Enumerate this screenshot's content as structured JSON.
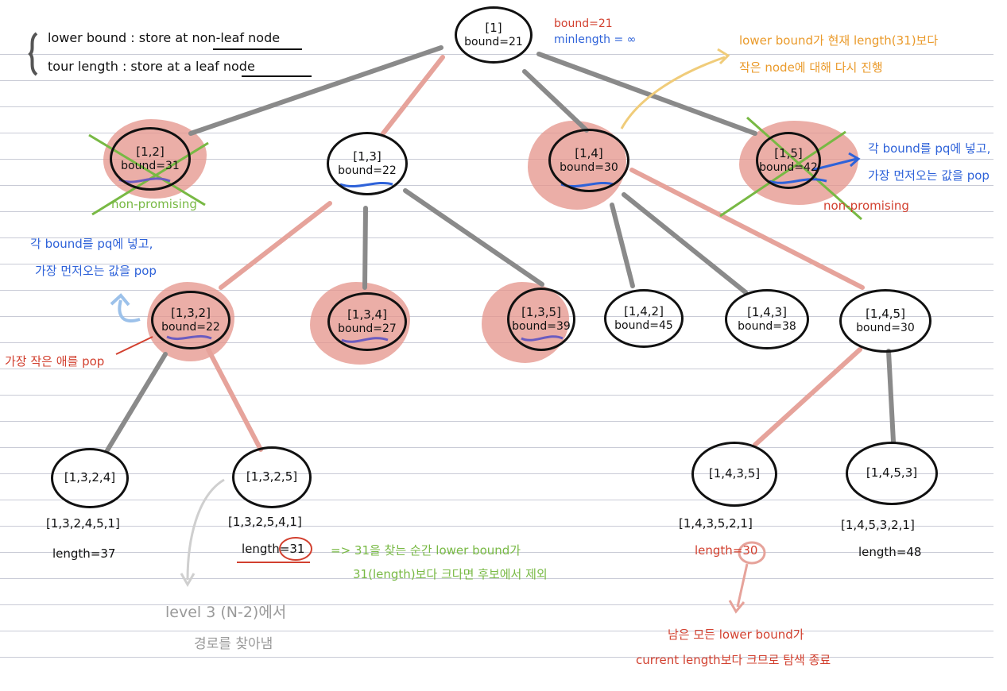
{
  "notes": {
    "line1": "lower bound : store at non-leaf node",
    "line2": "tour length : store at a leaf node"
  },
  "root": {
    "label": "[1]",
    "bound": "bound=21"
  },
  "root_annotation": {
    "bound": "bound=21",
    "minlength": "minlength = ∞"
  },
  "orange_note": {
    "line1": "lower bound가 현재 length(31)보다",
    "line2": "작은 node에 대해 다시 진행"
  },
  "level1": [
    {
      "label": "[1,2]",
      "bound": "bound=31"
    },
    {
      "label": "[1,3]",
      "bound": "bound=22"
    },
    {
      "label": "[1,4]",
      "bound": "bound=30"
    },
    {
      "label": "[1,5]",
      "bound": "bound=42"
    }
  ],
  "level2": [
    {
      "label": "[1,3,2]",
      "bound": "bound=22"
    },
    {
      "label": "[1,3,4]",
      "bound": "bound=27"
    },
    {
      "label": "[1,3,5]",
      "bound": "bound=39"
    },
    {
      "label": "[1,4,2]",
      "bound": "bound=45"
    },
    {
      "label": "[1,4,3]",
      "bound": "bound=38"
    },
    {
      "label": "[1,4,5]",
      "bound": "bound=30"
    }
  ],
  "level3": [
    {
      "label": "[1,3,2,4]",
      "path": "[1,3,2,4,5,1]",
      "length": "length=37"
    },
    {
      "label": "[1,3,2,5]",
      "path": "[1,3,2,5,4,1]",
      "length": "length=31"
    },
    {
      "label": "[1,4,3,5]",
      "path": "[1,4,3,5,2,1]",
      "length": "length=30"
    },
    {
      "label": "[1,4,5,3]",
      "path": "[1,4,5,3,2,1]",
      "length": "length=48"
    }
  ],
  "non_promising_left": "non-promising",
  "non_promising_right": "non-promising",
  "pq_note_right": {
    "line1": "각 bound를 pq에 넣고,",
    "line2": "가장 먼저오는 값을 pop"
  },
  "pq_note_left": {
    "line1": "각 bound를 pq에 넣고,",
    "line2": "가장 먼저오는 값을 pop"
  },
  "smallest_pop": "가장 작은 애를 pop",
  "green_note": {
    "line1": "=> 31을 찾는 순간 lower bound가",
    "line2": "31(length)보다 크다면 후보에서 제외"
  },
  "gray_note": {
    "line1": "level 3 (N-2)에서",
    "line2": "경로를 찾아냄"
  },
  "end_note": {
    "line1": "남은 모든 lower bound가",
    "line2": "current length보다 크므로 탐색 종료"
  },
  "colors": {
    "red": "#d2402f",
    "blue": "#2e62d9",
    "orange": "#ea9a2a",
    "green": "#78b944",
    "gray": "#9a9a9a",
    "blob": "#e49389",
    "pink_edge": "#e6a39b",
    "gray_edge": "#8a8a8a"
  }
}
